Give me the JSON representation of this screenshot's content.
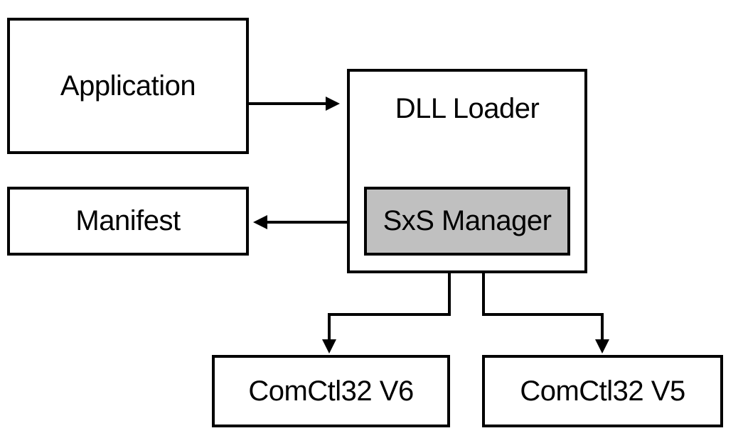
{
  "nodes": {
    "application": {
      "label": "Application"
    },
    "manifest": {
      "label": "Manifest"
    },
    "dll_loader": {
      "label": "DLL Loader"
    },
    "sxs_manager": {
      "label": "SxS Manager",
      "fill": "#c0c0c0"
    },
    "comctl_v6": {
      "label": "ComCtl32 V6"
    },
    "comctl_v5": {
      "label": "ComCtl32 V5"
    }
  },
  "edges": [
    {
      "from": "application",
      "to": "dll_loader"
    },
    {
      "from": "sxs_manager",
      "to": "manifest"
    },
    {
      "from": "dll_loader",
      "to": "comctl_v6"
    },
    {
      "from": "dll_loader",
      "to": "comctl_v5"
    }
  ],
  "colors": {
    "stroke": "#000000",
    "background": "#ffffff"
  }
}
